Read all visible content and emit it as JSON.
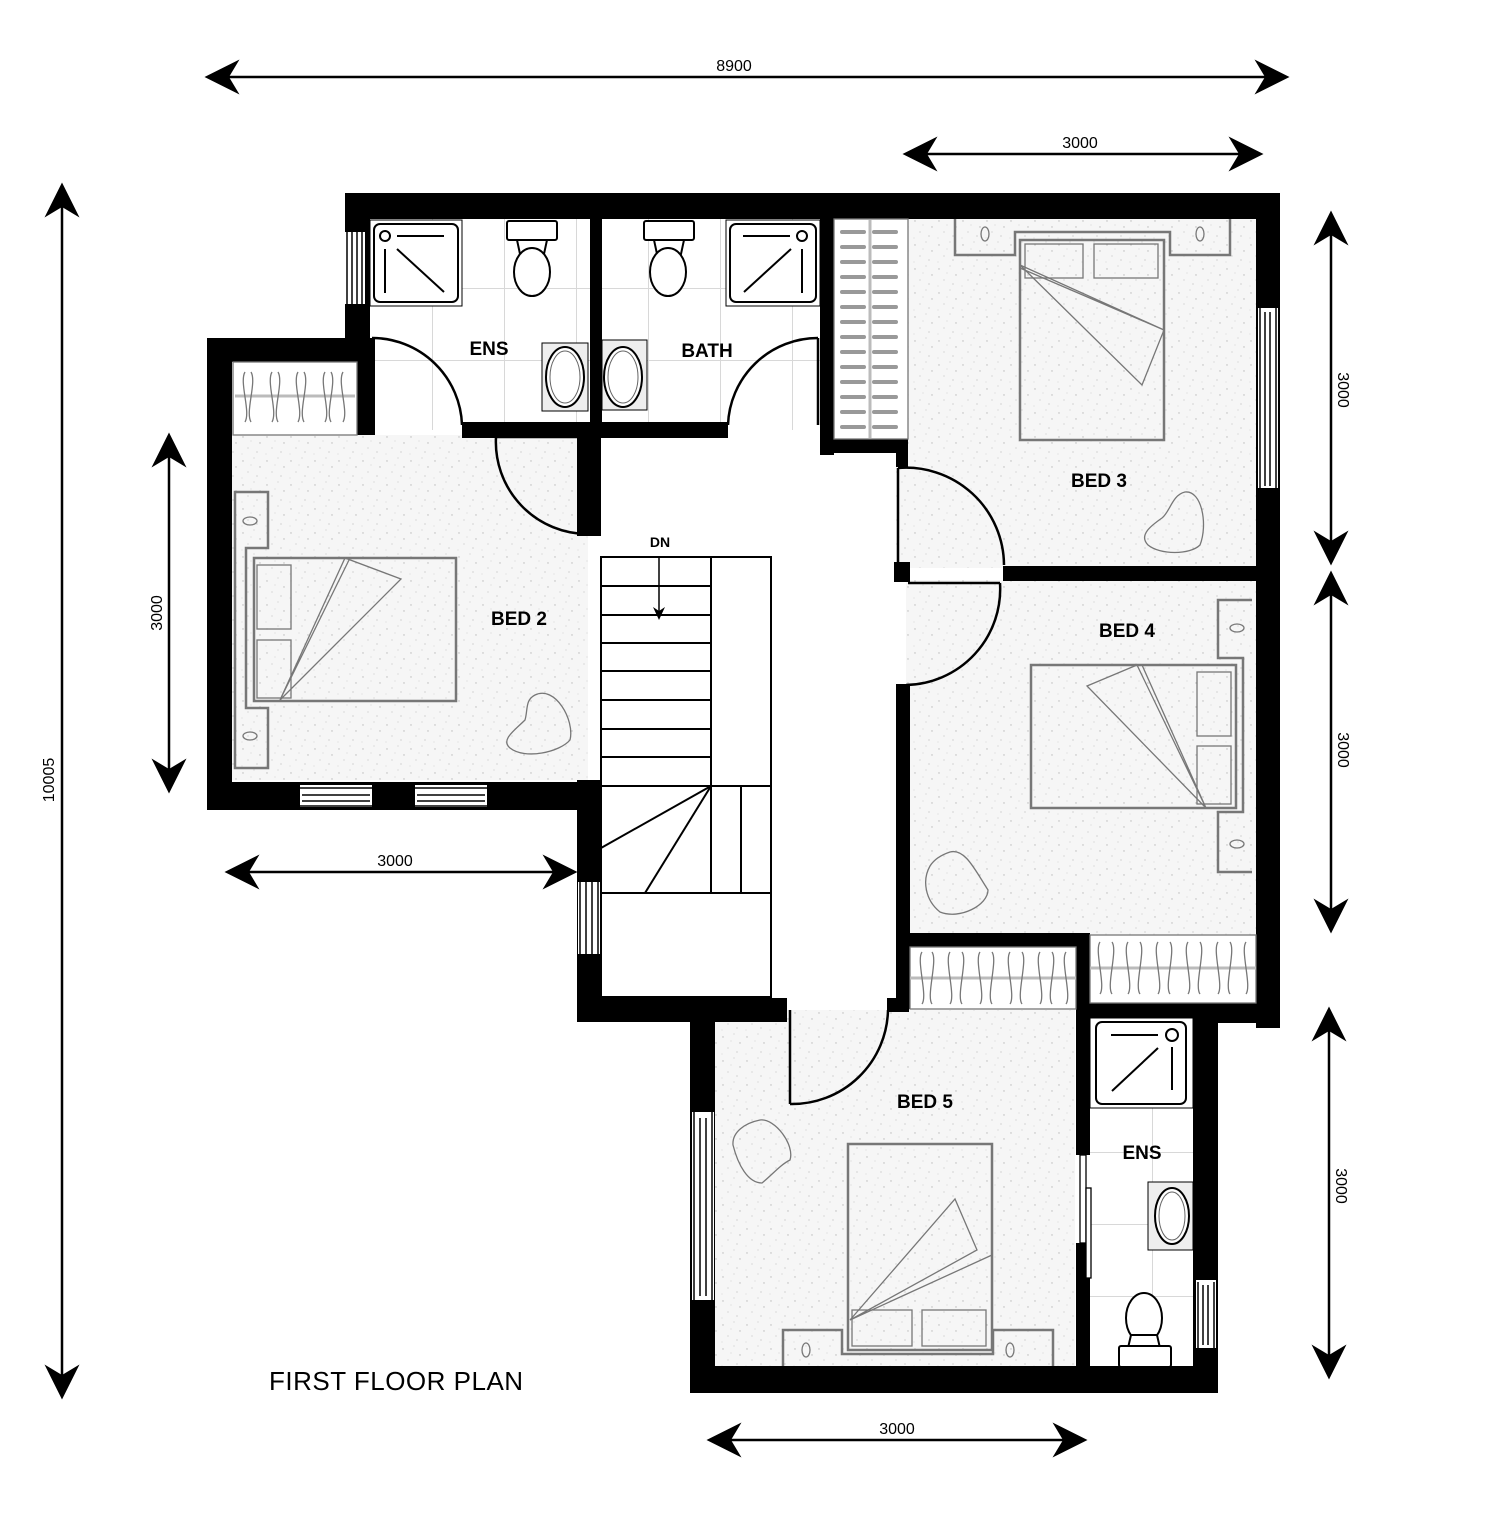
{
  "title": "FIRST FLOOR PLAN",
  "rooms": {
    "ens_top": "ENS",
    "bath": "BATH",
    "bed2": "BED 2",
    "bed3": "BED 3",
    "bed4": "BED 4",
    "bed5": "BED 5",
    "ens_bottom": "ENS"
  },
  "stair": {
    "direction_label": "DN"
  },
  "dimensions": {
    "overall_width": "8900",
    "overall_depth": "10005",
    "bed3_top_width": "3000",
    "bed2_left_height": "3000",
    "bed2_bottom_width": "3000",
    "bed3_right_height": "3000",
    "bed4_right_height": "3000",
    "bed5_right_height": "3000",
    "bed5_bottom_width": "3000"
  },
  "colors": {
    "wall": "#000000",
    "floor_fill": "#f4f4f4",
    "furniture_stroke": "#777777",
    "tile_grid": "#d8d8d8"
  }
}
